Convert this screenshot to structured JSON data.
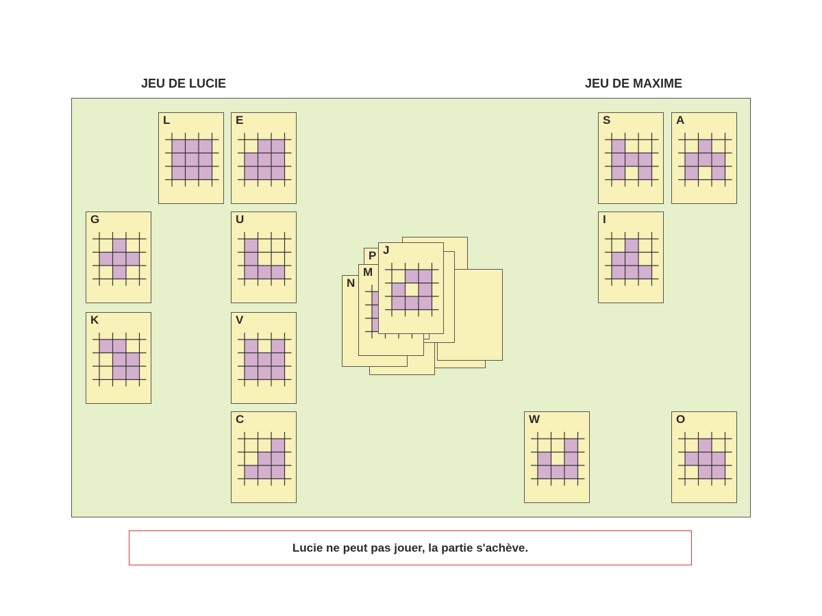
{
  "headings": {
    "left": "JEU DE LUCIE",
    "right": "JEU DE MAXIME"
  },
  "colors": {
    "board": "#e6f0ca",
    "card": "#f8f1b8",
    "cell": "#d4b0cf",
    "message_border": "#e23030"
  },
  "lucie_cards": [
    {
      "label": "L",
      "cells": [
        1,
        1,
        1,
        1,
        1,
        1,
        1,
        1,
        1
      ]
    },
    {
      "label": "E",
      "cells": [
        0,
        1,
        1,
        1,
        1,
        1,
        1,
        1,
        1
      ]
    },
    {
      "label": "G",
      "cells": [
        0,
        1,
        0,
        1,
        1,
        1,
        0,
        1,
        0
      ]
    },
    {
      "label": "U",
      "cells": [
        1,
        0,
        0,
        1,
        0,
        0,
        1,
        1,
        1
      ]
    },
    {
      "label": "K",
      "cells": [
        1,
        1,
        0,
        0,
        1,
        1,
        0,
        1,
        1
      ]
    },
    {
      "label": "V",
      "cells": [
        1,
        0,
        1,
        1,
        1,
        1,
        1,
        1,
        1
      ]
    },
    {
      "label": "C",
      "cells": [
        0,
        0,
        1,
        0,
        1,
        1,
        1,
        1,
        1
      ]
    }
  ],
  "maxime_cards": [
    {
      "label": "S",
      "cells": [
        1,
        0,
        0,
        1,
        1,
        1,
        1,
        0,
        1
      ]
    },
    {
      "label": "A",
      "cells": [
        0,
        1,
        0,
        1,
        1,
        1,
        1,
        0,
        1
      ]
    },
    {
      "label": "I",
      "cells": [
        0,
        1,
        0,
        1,
        1,
        0,
        1,
        1,
        1
      ]
    },
    {
      "label": "W",
      "cells": [
        0,
        0,
        1,
        1,
        0,
        1,
        1,
        1,
        1
      ]
    },
    {
      "label": "O",
      "cells": [
        0,
        1,
        0,
        1,
        1,
        1,
        0,
        1,
        1
      ]
    }
  ],
  "pile": {
    "back_labels": [
      "N",
      "P",
      "M"
    ],
    "top_card": {
      "label": "J",
      "cells": [
        0,
        1,
        1,
        1,
        0,
        1,
        1,
        1,
        1
      ]
    }
  },
  "message": "Lucie ne peut pas jouer, la partie s'achève."
}
